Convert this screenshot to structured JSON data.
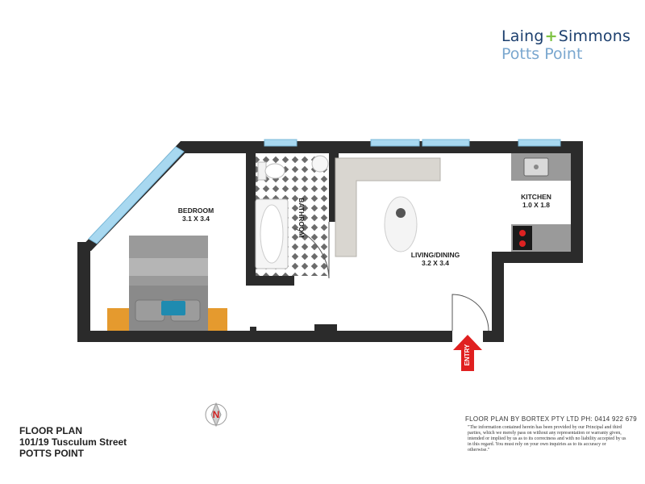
{
  "brand": {
    "name_part1": "Laing",
    "name_joiner": "+",
    "name_part2": "Simmons",
    "office": "Potts Point"
  },
  "rooms": {
    "bedroom": {
      "name": "BEDROOM",
      "size": "3.1 X 3.4"
    },
    "bathroom": {
      "name": "BATHROOM"
    },
    "living": {
      "name": "LIVING/DINING",
      "size": "3.2 X 3.4"
    },
    "kitchen": {
      "name": "KITCHEN",
      "size": "1.0 X 1.8"
    },
    "entry": {
      "label": "ENTRY"
    }
  },
  "compass": {
    "letter": "N"
  },
  "footer": {
    "title": "FLOOR PLAN",
    "address": "101/19 Tusculum Street",
    "suburb": "POTTS POINT"
  },
  "credit": "FLOOR PLAN BY BORTEX PTY LTD PH: 0414 922 679",
  "disclaimer": "\"The information contained herein has been provided by our Principal and third parties, which we merely pass on without any representation or warranty given, intended or implied by us as to its correctness and with no liability accepted by us in this regard. You must rely on your own inquiries as to its accuracy or otherwise.\"",
  "colors": {
    "wall": "#2b2b2b",
    "window": "#a8d8f0",
    "floor_tile": "#6b6b6b",
    "bed_grey": "#8a8a8a",
    "bed_accent": "#1f8bb0",
    "bed_side": "#e59a2e",
    "entry_arrow": "#e02020",
    "sofa": "#d9d6d0",
    "kitchen_bench": "#9a9a9a",
    "brand_blue": "#1c3f6e",
    "brand_green": "#7dc242",
    "brand_light_blue": "#7aa7cf"
  }
}
